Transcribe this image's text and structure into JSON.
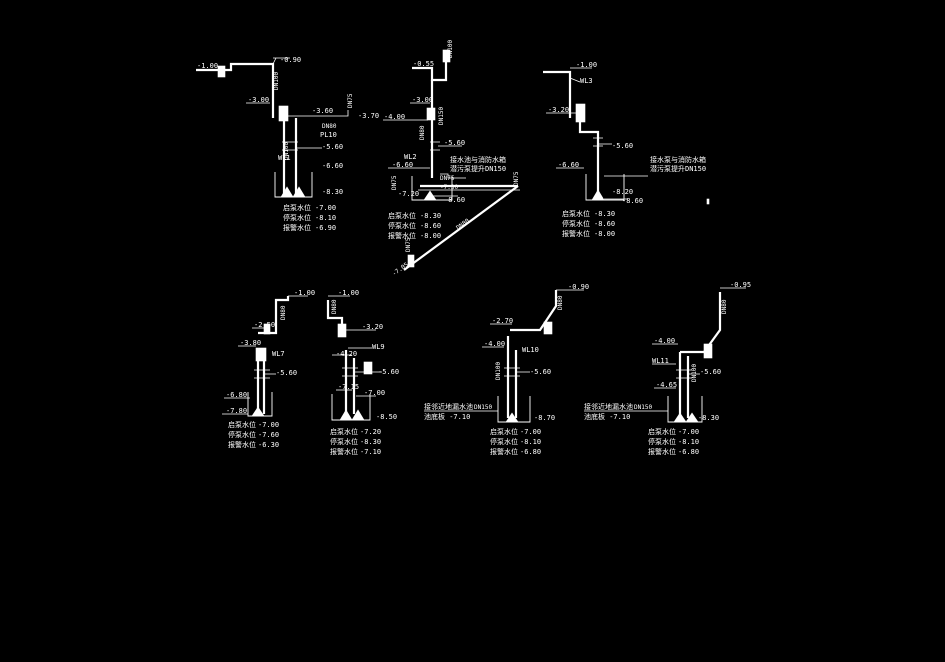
{
  "colors": {
    "background": "#000000",
    "lines": "#ffffff"
  },
  "common": {
    "level_labels": [
      "启泵水位",
      "停泵水位",
      "报警水位"
    ]
  },
  "d1": {
    "elev_top_left": "-1.00",
    "elev_top_right": "-0.90",
    "pipe_vert": "DN100",
    "elev_mid_left": "-3.00",
    "elev_mid_right": "-3.60",
    "dn_right": "DN80",
    "dn_far": "DN75",
    "elev_far": "-3.70",
    "pipe_vert_b": "DN100",
    "tag": "PL10",
    "elev_b": "-5.60",
    "well": "WL1",
    "elev_c": "-6.60",
    "elev_d": "-8.30",
    "levels": [
      "-7.00",
      "-8.10",
      "-6.90"
    ]
  },
  "d2": {
    "elev_top": "-0.55",
    "dn_top": "DN100",
    "elev_mid": "-3.00",
    "pipe_vert": "DN150",
    "elev_left": "-4.00",
    "dn_a": "DN80",
    "elev_b": "-5.60",
    "well": "WL2",
    "elev_c": "-6.60",
    "note1": "接水池与消防水箱",
    "note2": "潜污泵提升DN150",
    "dn_b": "DN75",
    "dn_c": "DN75",
    "elev_d": "-7.20",
    "elev_e": "-7.30",
    "dn_d": "DN75",
    "elev_f": "-8.60",
    "dn_diag": "DN80",
    "dn_diag2": "DN75",
    "elev_diag": "-7.05",
    "levels": [
      "-8.30",
      "-8.60",
      "-8.00"
    ]
  },
  "d3": {
    "elev_top": "-1.00",
    "well_top": "WL3",
    "elev_left": "-3.20",
    "elev_b": "-5.60",
    "elev_c": "-6.60",
    "note1": "接水泵与消防水箱",
    "note2": "潜污泵提升DN150",
    "elev_d": "-8.20",
    "elev_e": "-8.60",
    "levels": [
      "-8.30",
      "-8.60",
      "-8.00"
    ]
  },
  "d4": {
    "elev_top": "-1.00",
    "pipe_vert": "DN80",
    "elev_a": "-2.50",
    "elev_b": "-3.80",
    "well": "WL7",
    "elev_c": "-5.60",
    "elev_d": "-6.80",
    "elev_e": "-7.80",
    "levels": [
      "-7.00",
      "-7.60",
      "-6.30"
    ]
  },
  "d5": {
    "elev_top": "-1.00",
    "pipe_vert": "DN80",
    "elev_a": "-3.20",
    "well": "WL9",
    "elev_b": "-4.20",
    "elev_c": "-5.60",
    "elev_d": "-7.15",
    "elev_e": "-7.00",
    "elev_f": "-8.50",
    "levels": [
      "-7.20",
      "-8.30",
      "-7.10"
    ]
  },
  "d6": {
    "elev_top": "-0.90",
    "pipe_vert": "DN80",
    "elev_a": "-2.70",
    "elev_b": "-4.00",
    "well": "WL10",
    "pipe_b": "DN100",
    "elev_c": "-5.60",
    "note1": "接邻近地漏水池",
    "note2": "池底板 -7.10",
    "dn_note": "DN150",
    "elev_d": "-8.70",
    "levels": [
      "-7.00",
      "-8.10",
      "-6.80"
    ]
  },
  "d7": {
    "elev_top": "-0.95",
    "pipe_vert": "DN80",
    "elev_a": "-4.00",
    "well": "WL11",
    "elev_b": "-4.65",
    "pipe_b": "DN100",
    "elev_c": "-5.60",
    "note1": "接邻近地漏水池",
    "note2": "池底板 -7.10",
    "dn_note": "DN150",
    "elev_d": "-8.30",
    "levels": [
      "-7.00",
      "-8.10",
      "-6.80"
    ]
  }
}
